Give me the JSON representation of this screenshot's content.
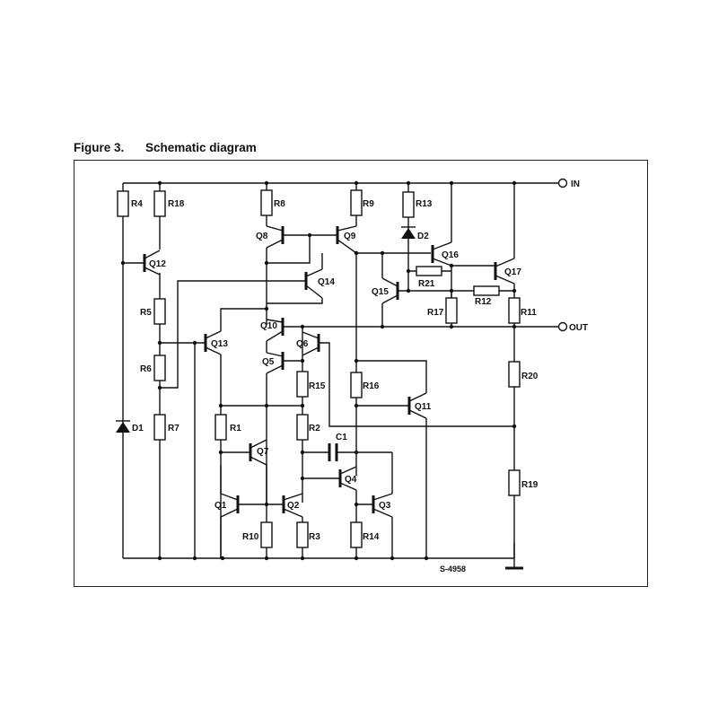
{
  "figure": {
    "number": "Figure 3.",
    "title": "Schematic diagram"
  },
  "terminals": {
    "in": "IN",
    "out": "OUT"
  },
  "resistors": {
    "r4": "R4",
    "r18": "R18",
    "r5": "R5",
    "r6": "R6",
    "r7": "R7",
    "r8": "R8",
    "r9": "R9",
    "r13": "R13",
    "r21": "R21",
    "r12": "R12",
    "r17": "R17",
    "r11": "R11",
    "r15": "R15",
    "r16": "R16",
    "r20": "R20",
    "r1": "R1",
    "r2": "R2",
    "r19": "R19",
    "r10": "R10",
    "r3": "R3",
    "r14": "R14"
  },
  "transistors": {
    "q12": "Q12",
    "q8": "Q8",
    "q9": "Q9",
    "q16": "Q16",
    "q17": "Q17",
    "q14": "Q14",
    "q15": "Q15",
    "q10": "Q10",
    "q13": "Q13",
    "q6": "Q6",
    "q5": "Q5",
    "q11": "Q11",
    "q7": "Q7",
    "q4": "Q4",
    "q1": "Q1",
    "q2": "Q2",
    "q3": "Q3"
  },
  "diodes": {
    "d1": "D1",
    "d2": "D2"
  },
  "capacitors": {
    "c1": "C1"
  },
  "drawing_code": "S-4958"
}
